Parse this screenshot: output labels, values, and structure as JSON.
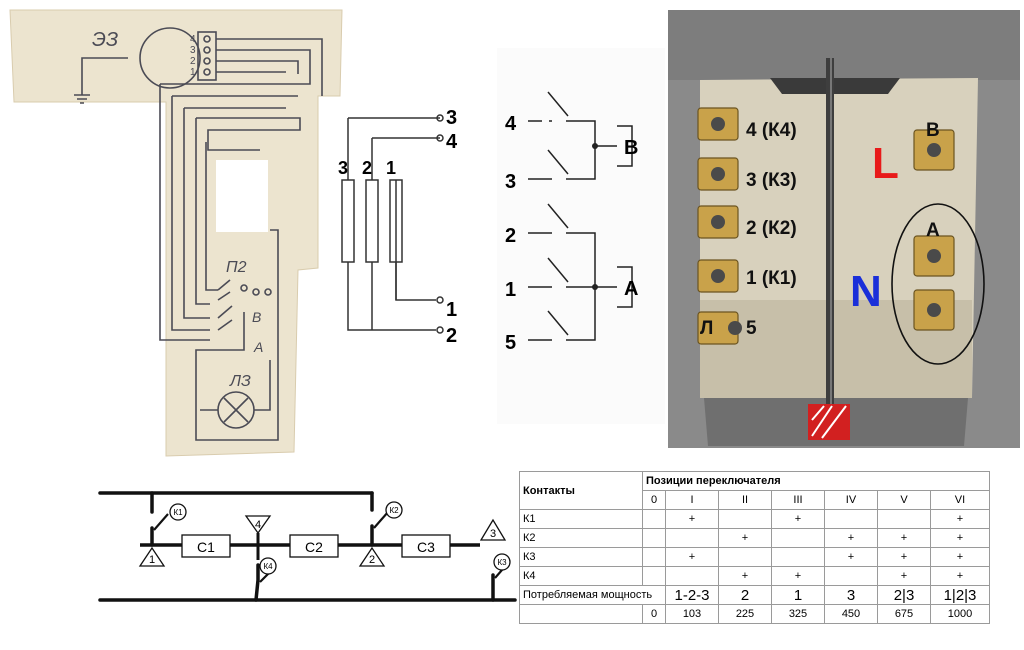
{
  "paper_schematic": {
    "e3_label": "ЭЗ",
    "pins": [
      "4",
      "3",
      "2",
      "1"
    ],
    "p2_label": "П2",
    "v_label": "В",
    "a_label": "А",
    "lamp_label": "ЛЗ"
  },
  "resistor_diagram": {
    "terminals": [
      "3",
      "4",
      "1",
      "2"
    ],
    "resistors": [
      "3",
      "2",
      "1"
    ]
  },
  "contact_diagram": {
    "contacts": [
      "4",
      "3",
      "2",
      "1",
      "5"
    ],
    "outputs": [
      "В",
      "А"
    ]
  },
  "photo": {
    "labels": [
      "4 (К4)",
      "3 (К3)",
      "2 (К2)",
      "1 (К1)",
      "Л",
      "5"
    ],
    "right_labels": [
      "В",
      "А"
    ],
    "L_label": "L",
    "N_label": "N",
    "colors": {
      "L": "#e81a1a",
      "N": "#1a2fd9",
      "body": "#d8d1bd",
      "background": "#8a8a8a",
      "brass": "#c9a24a"
    }
  },
  "circuit": {
    "heaters": [
      "С1",
      "С2",
      "С3"
    ],
    "contacts": [
      "К1",
      "К2",
      "К3",
      "К4"
    ],
    "nodes": [
      "1",
      "2",
      "3",
      "4"
    ]
  },
  "table": {
    "header_contacts": "Контакты",
    "header_positions": "Позиции переключателя",
    "positions": [
      "0",
      "I",
      "II",
      "III",
      "IV",
      "V",
      "VI"
    ],
    "rows": [
      {
        "label": "К1",
        "cells": [
          "",
          "+",
          "",
          "+",
          "",
          "",
          "+"
        ]
      },
      {
        "label": "К2",
        "cells": [
          "",
          "",
          "+",
          "",
          "+",
          "+",
          "+"
        ]
      },
      {
        "label": "К3",
        "cells": [
          "",
          "+",
          "",
          "",
          "+",
          "+",
          "+"
        ]
      },
      {
        "label": "К4",
        "cells": [
          "",
          "",
          "+",
          "+",
          "",
          "+",
          "+"
        ]
      }
    ],
    "power_label": "Потребляемая мощность",
    "power_elements": [
      "1-2-3",
      "2",
      "1",
      "3",
      "2|3",
      "1|2|3"
    ],
    "power_watts": [
      "0",
      "103",
      "225",
      "325",
      "450",
      "675",
      "1000"
    ]
  }
}
